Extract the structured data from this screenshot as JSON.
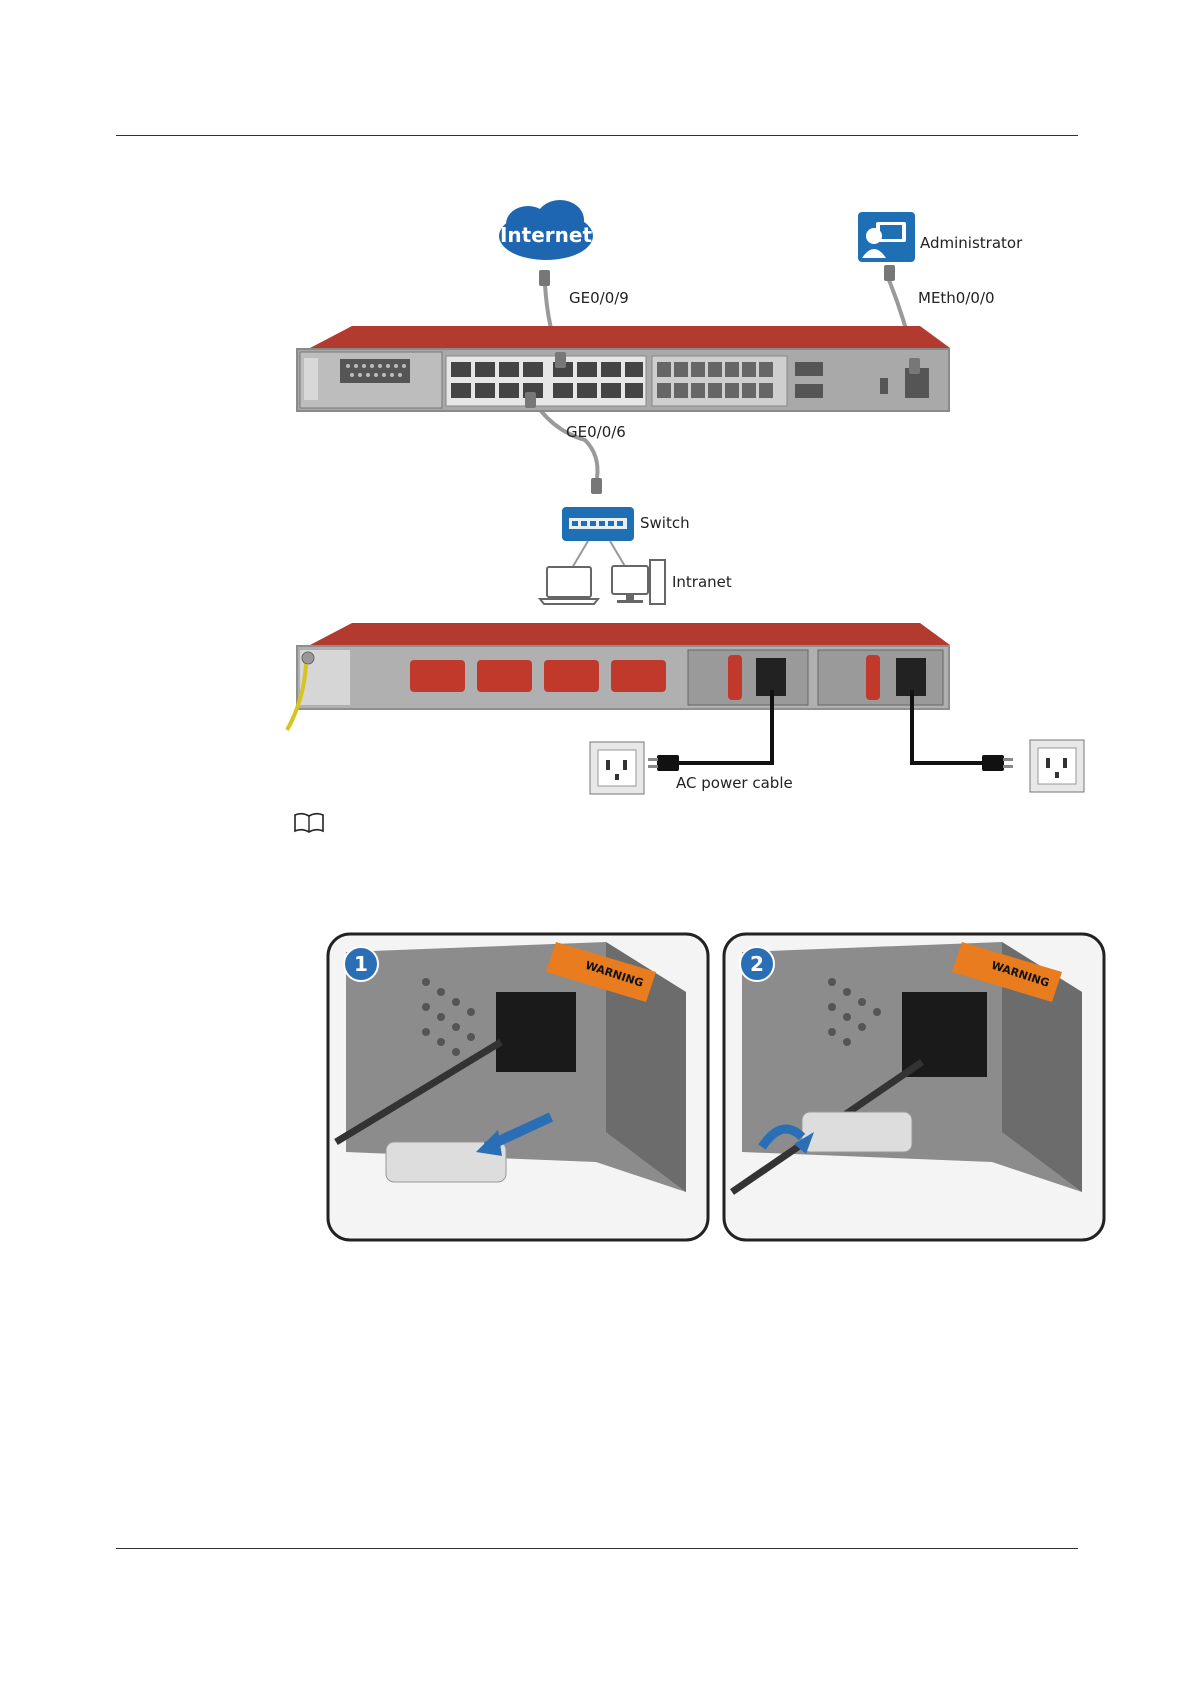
{
  "diagram": {
    "cloud_label": "Internet",
    "admin_label": "Administrator",
    "port_internet": "GE0/0/9",
    "port_admin": "MEth0/0/0",
    "port_switch": "GE0/0/6",
    "switch_label": "Switch",
    "intranet_label": "Intranet",
    "power_cable_label": "AC power cable",
    "psu_warning_text": "WARNING"
  },
  "steps": [
    {
      "number": "1"
    },
    {
      "number": "2"
    }
  ],
  "colors": {
    "chassis_red": "#b23a2e",
    "admin_blue": "#1f6fb5",
    "cloud_blue": "#1e67b0",
    "ground_yellow": "#d6c51e",
    "step_badge": "#2a6fb6",
    "warning_orange": "#e87c1e"
  }
}
